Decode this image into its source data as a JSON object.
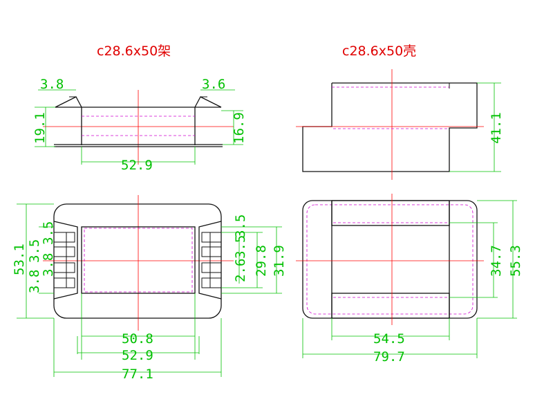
{
  "titles": {
    "bobbin": "c28.6x50架",
    "shell": "c28.6x50壳"
  },
  "bobbin_side": {
    "flange_left": "3.8",
    "flange_right": "3.6",
    "height_left": "19.1",
    "height_right": "16.9",
    "inner_width": "52.9"
  },
  "bobbin_top": {
    "height": "53.1",
    "pin_label_left_upper": "3.5",
    "pin_label_left_mid": "3.5",
    "pin_label_left_lower": "3.8",
    "pin_label_left_bottom": "3.8",
    "pin_label_right_upper": "3.5",
    "pin_label_right_mid": "2.6",
    "pin_label_right_lower": "3.5",
    "span_a": "29.8",
    "span_b": "31.9",
    "inner_width": "50.8",
    "core_width": "52.9",
    "total_width": "77.1"
  },
  "shell_side": {
    "height": "41.1"
  },
  "shell_top": {
    "inner_height": "34.7",
    "outer_height": "55.3",
    "inner_width": "54.5",
    "outer_width": "79.7"
  },
  "colors": {
    "title": "#e00000",
    "dimension": "#00c000",
    "centerline": "#ff0000",
    "hidden_line": "#d000d0",
    "outline": "#111111"
  }
}
